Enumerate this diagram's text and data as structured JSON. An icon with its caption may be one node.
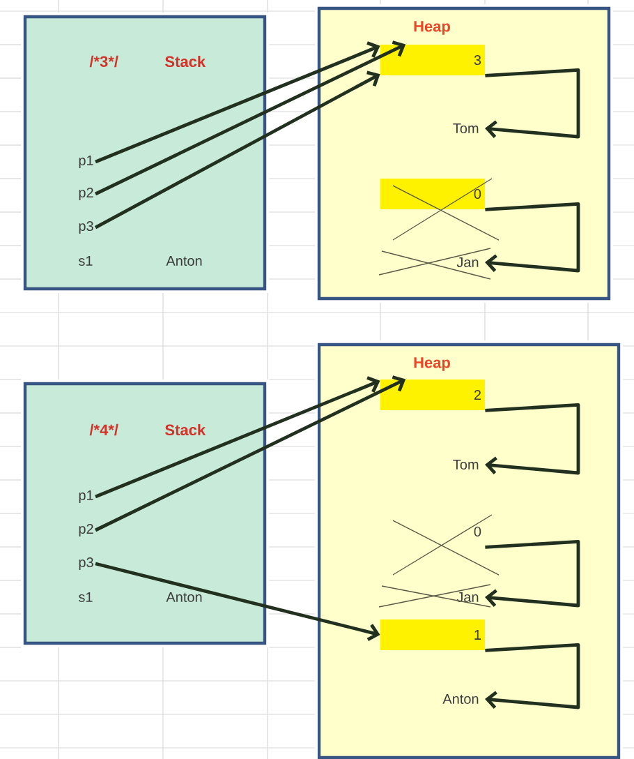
{
  "diagram": {
    "nodes": [
      {
        "text": [
          "/*3*/",
          "Stack"
        ]
      },
      {
        "text": [
          "Heap"
        ]
      },
      {
        "text": [
          "p1"
        ],
        "in": 0
      },
      {
        "text": [
          "p2"
        ],
        "in": 0
      },
      {
        "text": [
          "p3"
        ],
        "in": 0
      },
      {
        "text": [
          "3"
        ],
        "in": 1
      },
      {
        "text": [
          "Tom"
        ],
        "in": 1
      },
      {
        "text": [
          "0"
        ],
        "in": 1
      },
      {
        "text": [
          "Jan"
        ],
        "in": 1
      },
      {
        "text": [
          "/*4*/",
          "Stack"
        ]
      },
      {
        "text": [
          "Heap"
        ]
      },
      {
        "text": [
          "p1"
        ],
        "in": 9
      },
      {
        "text": [
          "p2"
        ],
        "in": 9
      },
      {
        "text": [
          "p3"
        ],
        "in": 9
      },
      {
        "text": [
          "2"
        ],
        "in": 10
      },
      {
        "text": [
          "Tom"
        ],
        "in": 10
      },
      {
        "text": [
          "0"
        ],
        "in": 10
      },
      {
        "text": [
          "Jan"
        ],
        "in": 10
      },
      {
        "text": [
          "1"
        ],
        "in": 10
      },
      {
        "text": [
          "Anton"
        ],
        "in": 10
      }
    ],
    "edges": [
      {
        "from": 2,
        "to": 5,
        "arrow": "to"
      },
      {
        "from": 3,
        "to": 5,
        "arrow": "to"
      },
      {
        "from": 4,
        "to": 5,
        "arrow": "to"
      },
      {
        "from": 5,
        "to": 6,
        "arrow": "to"
      },
      {
        "from": 7,
        "to": 8,
        "arrow": "to"
      },
      {
        "from": 11,
        "to": 14,
        "arrow": "to"
      },
      {
        "from": 12,
        "to": 14,
        "arrow": "to"
      },
      {
        "from": 13,
        "to": 18,
        "arrow": "to"
      },
      {
        "from": 14,
        "to": 15,
        "arrow": "to"
      },
      {
        "from": 16,
        "to": 17,
        "arrow": "to"
      },
      {
        "from": 18,
        "to": 19,
        "arrow": "to"
      }
    ],
    "labels": [
      "s1",
      "Anton",
      "s1",
      "Anton"
    ]
  }
}
